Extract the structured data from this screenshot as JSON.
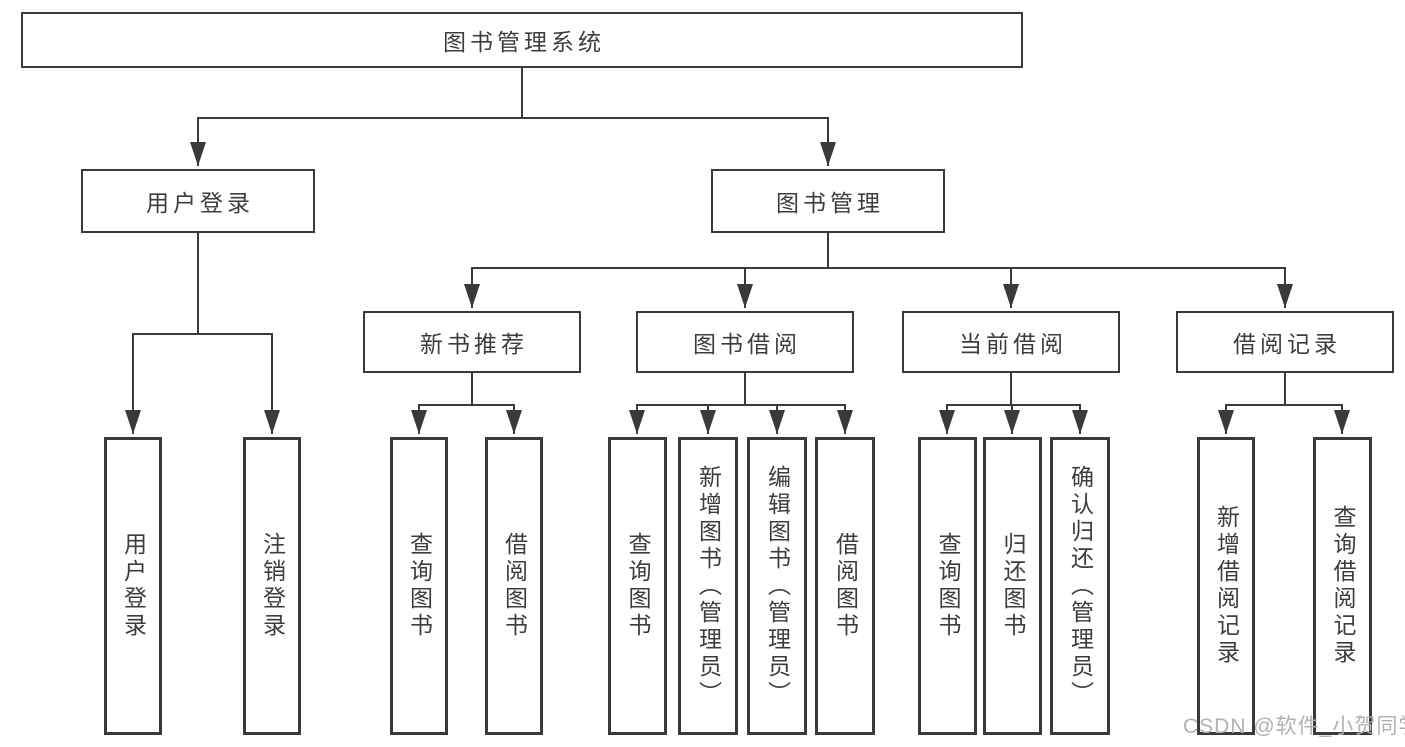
{
  "tree": {
    "label": "图书管理系统",
    "children": [
      {
        "label": "用户登录",
        "children": [
          {
            "label": "用户登录"
          },
          {
            "label": "注销登录"
          }
        ]
      },
      {
        "label": "图书管理",
        "children": [
          {
            "label": "新书推荐",
            "children": [
              {
                "label": "查询图书"
              },
              {
                "label": "借阅图书"
              }
            ]
          },
          {
            "label": "图书借阅",
            "children": [
              {
                "label": "查询图书"
              },
              {
                "label": "新增图书（管理员）"
              },
              {
                "label": "编辑图书（管理员）"
              },
              {
                "label": "借阅图书"
              }
            ]
          },
          {
            "label": "当前借阅",
            "children": [
              {
                "label": "查询图书"
              },
              {
                "label": "归还图书"
              },
              {
                "label": "确认归还（管理员）"
              }
            ]
          },
          {
            "label": "借阅记录",
            "children": [
              {
                "label": "新增借阅记录"
              },
              {
                "label": "查询借阅记录"
              }
            ]
          }
        ]
      }
    ]
  },
  "watermark": "CSDN @软件_小贺同学",
  "colors": {
    "line": "#3a3a3a",
    "text": "#3d3d3d",
    "watermark": "#b2b2b2",
    "background": "#ffffff"
  }
}
